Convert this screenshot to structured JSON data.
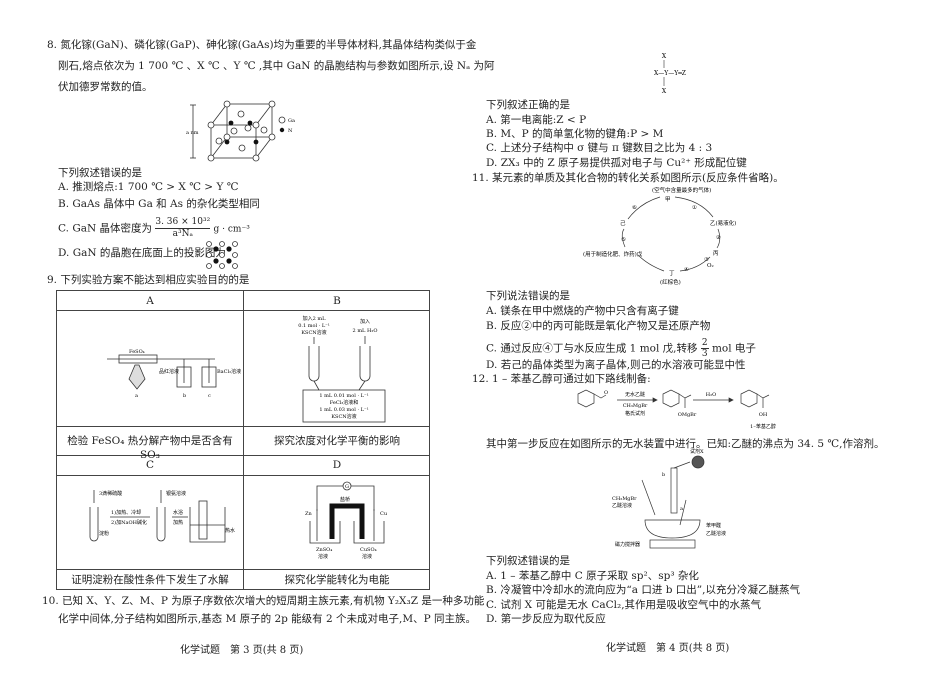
{
  "page3": {
    "q8": {
      "stem": [
        "8. 氮化镓(GaN)、磷化镓(GaP)、砷化镓(GaAs)均为重要的半导体材料,其晶体结构类似于金",
        "刚石,熔点依次为 1 700 ℃ 、X ℃ 、Y ℃ ,其中 GaN 的晶胞结构与参数如图所示,设 Nₐ 为阿",
        "伏加德罗常数的值。"
      ],
      "figure": {
        "dim_label": "a nm",
        "legend_ga": "Ga",
        "legend_n": "N"
      },
      "prompt": "下列叙述错误的是",
      "A": "A. 推测熔点:1 700 ℃ > X ℃ > Y ℃",
      "B": "B. GaAs 晶体中 Ga 和 As 的杂化类型相同",
      "C_pre": "C. GaN 晶体密度为",
      "C_num": "3. 36 × 10³²",
      "C_den": "a³Nₐ",
      "C_unit": "g · cm⁻³",
      "D": "D. GaN 的晶胞在底面上的投影图为"
    },
    "q9": {
      "stem": "9. 下列实验方案不能达到相应实验目的的是",
      "headers": [
        "A",
        "B",
        "C",
        "D"
      ],
      "captions": [
        "检验 FeSO₄ 热分解产物中是否含有 SO₃",
        "探究浓度对化学平衡的影响",
        "证明淀粉在酸性条件下发生了水解",
        "探究化学能转化为电能"
      ],
      "A_fig": {
        "reagent": "FeSO₄",
        "b_label": "品红溶液",
        "c_label": "BaCl₂溶液",
        "a": "a",
        "b": "b",
        "c": "c"
      },
      "B_fig": {
        "left_add": [
          "加入2 mL",
          "0.1 mol · L⁻¹",
          "KSCN溶液"
        ],
        "right_add": [
          "加入",
          "2 mL H₂O"
        ],
        "box": [
          "1 mL 0.01 mol · L⁻¹",
          "FeCl₃溶液和",
          "1 mL 0.03 mol · L⁻¹",
          "KSCN溶液"
        ]
      },
      "C_fig": {
        "acid": "3滴稀硫酸",
        "step": [
          "1)加热、冷却",
          "2)加NaOH碱化"
        ],
        "starch": "淀粉",
        "silver": "银氨溶液",
        "bath": [
          "水浴",
          "加热"
        ],
        "hot": "热水"
      },
      "D_fig": {
        "meter": "G",
        "bridge": "盐桥",
        "zn": "Zn",
        "cu": "Cu",
        "zn_sol": [
          "ZnSO₄",
          "溶液"
        ],
        "cu_sol": [
          "CuSO₄",
          "溶液"
        ]
      }
    },
    "q10": {
      "stem": [
        "10. 已知 X、Y、Z、M、P 为原子序数依次增大的短周期主族元素,有机物 Y₂X₃Z 是一种多功能",
        "化学中间体,分子结构如图所示,基态 M 原子的 2p 能级有 2 个未成对电子,M、P 同主族。"
      ]
    },
    "footer": "化学试题　第 3 页(共 8 页)"
  },
  "page4": {
    "q10_cont": {
      "structure": {
        "x": "X",
        "chain": "X—Y—Y═Z"
      },
      "prompt": "下列叙述正确的是",
      "A": "A. 第一电离能:Z < P",
      "B": "B. M、P 的简单氢化物的键角:P > M",
      "C": "C. 上述分子结构中 σ 键与 π 键数目之比为 4 : 3",
      "D": "D. ZX₃ 中的 Z 原子易提供孤对电子与 Cu²⁺ 形成配位键"
    },
    "q11": {
      "stem": "11. 某元素的单质及其化合物的转化关系如图所示(反应条件省略)。",
      "cycle": {
        "top_note": "(空气中含量最多的气体)",
        "jia": "甲",
        "yi": "乙(易液化)",
        "bing": "丙",
        "ding": "丁",
        "ding_note": "(红棕色)",
        "wu": "(用于制造化肥、炸药)戊",
        "ji": "己",
        "o2": "O₂",
        "steps": [
          "①",
          "②",
          "③",
          "④",
          "⑤",
          "⑥"
        ]
      },
      "prompt": "下列说法错误的是",
      "A": "A. 镁条在甲中燃烧的产物中只含有离子键",
      "B": "B. 反应②中的丙可能既是氧化产物又是还原产物",
      "C_pre": "C. 通过反应④丁与水反应生成 1 mol 戊,转移",
      "C_num": "2",
      "C_den": "3",
      "C_post": "mol 电子",
      "D": "D. 若己的晶体类型为离子晶体,则己的水溶液可能显中性"
    },
    "q12": {
      "stem": "12. 1 – 苯基乙醇可通过如下路线制备:",
      "reaction": {
        "cond1": [
          "无水乙醚",
          "CH₃MgBr",
          "格氏试剂"
        ],
        "inter": "OMgBr",
        "cond2": "H₂O",
        "product_oh": "OH",
        "product_name": "1–苯基乙醇"
      },
      "text": "其中第一步反应在如图所示的无水装置中进行。已知:乙醚的沸点为 34. 5 ℃,作溶剂。",
      "apparatus": {
        "x": "试剂X",
        "b": "b",
        "a": "a",
        "grignard": [
          "CH₃MgBr",
          "乙醚溶液"
        ],
        "benz": [
          "苯甲醛",
          "乙醚溶液"
        ],
        "stirrer": "磁力搅拌器"
      },
      "prompt": "下列叙述错误的是",
      "A": "A. 1 – 苯基乙醇中 C 原子采取 sp²、sp³ 杂化",
      "B": "B. 冷凝管中冷却水的流向应为“a 口进 b 口出”,以充分冷凝乙醚蒸气",
      "C": "C. 试剂 X 可能是无水 CaCl₂,其作用是吸收空气中的水蒸气",
      "D": "D. 第一步反应为取代反应"
    },
    "footer": "化学试题　第 4 页(共 8 页)"
  }
}
